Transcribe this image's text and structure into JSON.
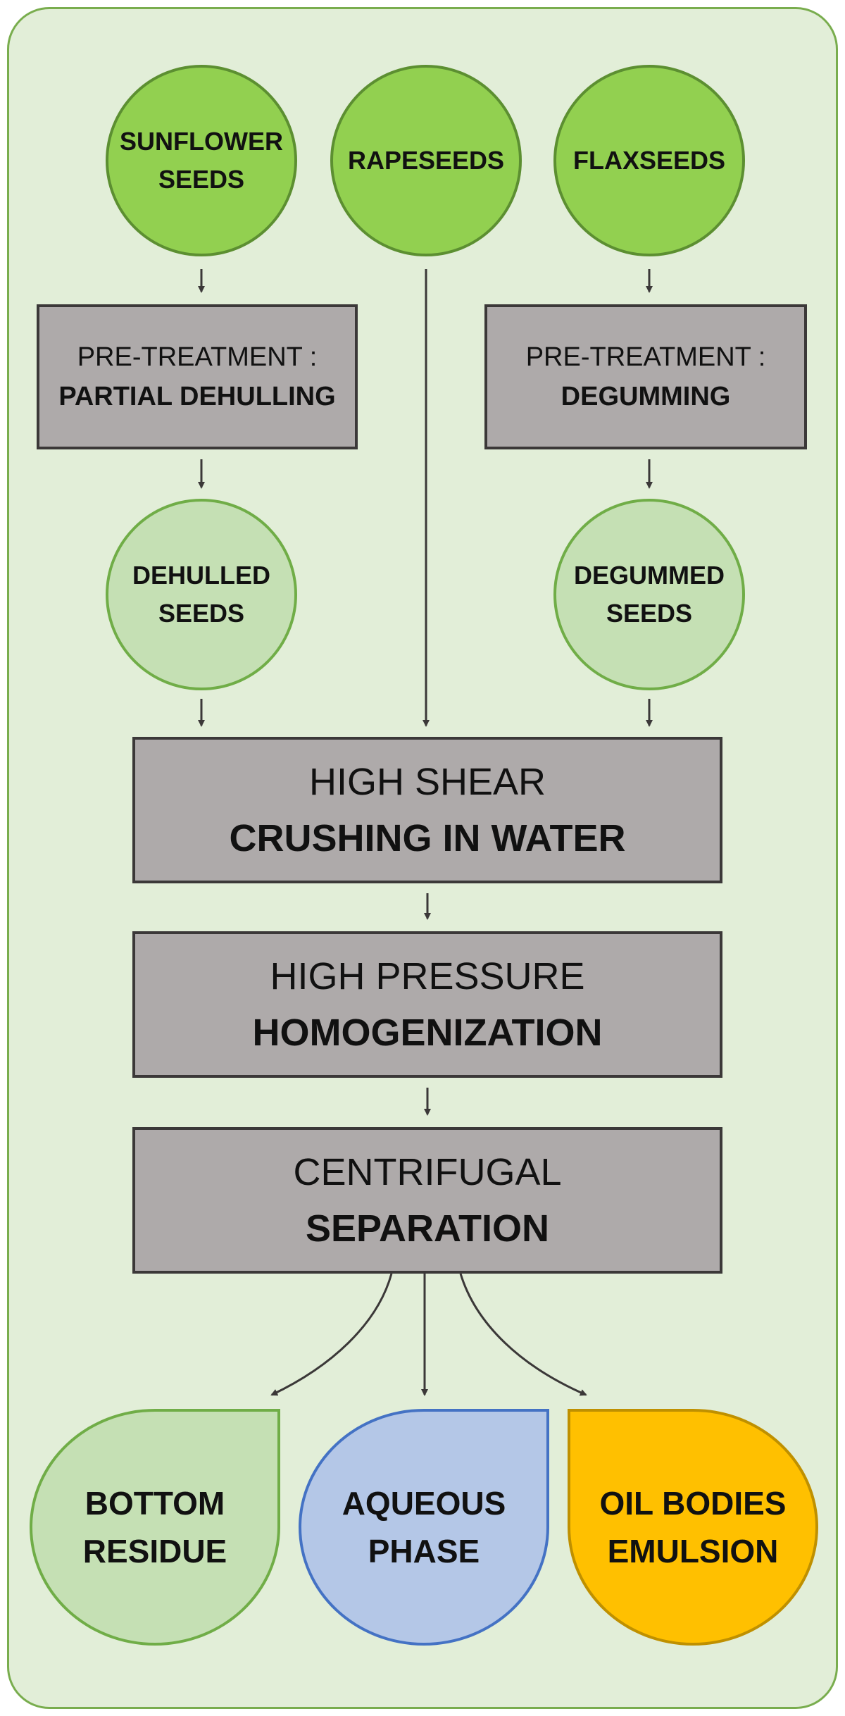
{
  "inputs": {
    "sunflower": [
      "SUNFLOWER",
      "SEEDS"
    ],
    "rapeseeds": [
      "RAPESEEDS"
    ],
    "flaxseeds": [
      "FLAXSEEDS"
    ]
  },
  "pretreatments": {
    "dehulling": {
      "line1": "PRE-TREATMENT :",
      "line2": "PARTIAL DEHULLING"
    },
    "degumming": {
      "line1": "PRE-TREATMENT :",
      "line2": "DEGUMMING"
    }
  },
  "intermediates": {
    "dehulled": [
      "DEHULLED",
      "SEEDS"
    ],
    "degummed": [
      "DEGUMMED",
      "SEEDS"
    ]
  },
  "steps": {
    "crushing": {
      "line1": "HIGH SHEAR",
      "line2": "CRUSHING IN WATER"
    },
    "homogenization": {
      "line1": "HIGH PRESSURE",
      "line2": "HOMOGENIZATION"
    },
    "separation": {
      "line1": "CENTRIFUGAL",
      "line2": "SEPARATION"
    }
  },
  "outputs": {
    "residue": [
      "BOTTOM",
      "RESIDUE"
    ],
    "aqueous": [
      "AQUEOUS",
      "PHASE"
    ],
    "oil": [
      "OIL BODIES",
      "EMULSION"
    ]
  },
  "colors": {
    "seed_fill": "#92d050",
    "treated_fill": "#c5e0b4",
    "process_fill": "#aeaaaa",
    "aqueous_fill": "#b4c7e7",
    "oil_fill": "#ffc000",
    "background": "#e2eed8"
  }
}
